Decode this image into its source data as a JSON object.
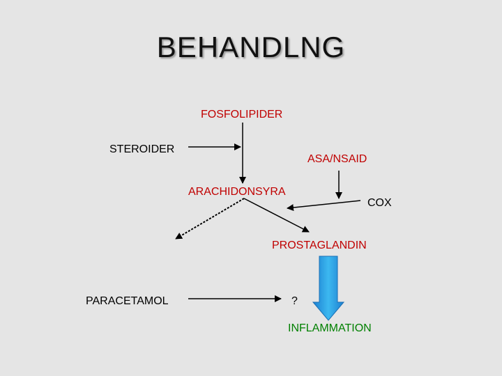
{
  "title": "BEHANDLNG",
  "labels": {
    "fosfolipider": "FOSFOLIPIDER",
    "steroider": "STEROIDER",
    "asa_nsaid": "ASA/NSAID",
    "arachidonsyra": "ARACHIDONSYRA",
    "cox": "COX",
    "prostaglandin": "PROSTAGLANDIN",
    "paracetamol": "PARACETAMOL",
    "question": "?",
    "inflammation": "INFLAMMATION"
  },
  "colors": {
    "background": "#e5e5e5",
    "red_label": "#c00000",
    "green_label": "#008000",
    "blue_arrow": "#1f9be0"
  }
}
